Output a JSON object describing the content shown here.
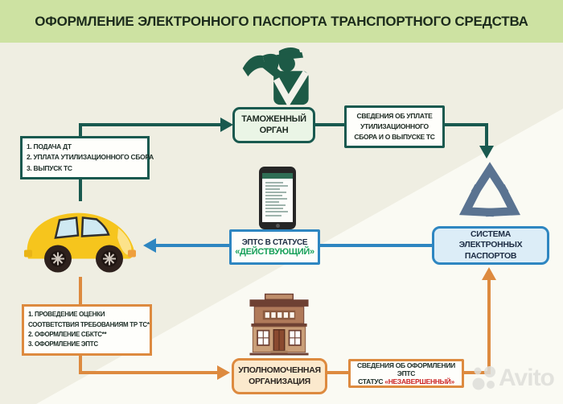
{
  "title": "ОФОРМЛЕНИЕ ЭЛЕКТРОННОГО ПАСПОРТА ТРАНСПОРТНОГО СРЕДСТВА",
  "customs": {
    "label": "ТАМОЖЕННЫЙ ОРГАН"
  },
  "customs_info": {
    "label": "СВЕДЕНИЯ ОБ УПЛАТЕ УТИЛИЗАЦИОННОГО СБОРА И О ВЫПУСКЕ ТС"
  },
  "owner_steps": {
    "items": [
      "1. ПОДАЧА ДТ",
      "2. УПЛАТА УТИЛИЗАЦИОННОГО СБОРА",
      "3. ВЫПУСК ТС"
    ]
  },
  "epts_status": {
    "line1": "ЭПТС В СТАТУСЕ",
    "line2": "«ДЕЙСТВУЮЩИЙ»"
  },
  "sep": {
    "label": "СИСТЕМА ЭЛЕКТРОННЫХ ПАСПОРТОВ"
  },
  "org_steps": {
    "items": [
      "1. ПРОВЕДЕНИЕ ОЦЕНКИ",
      "СООТВЕТСТВИЯ ТРЕБОВАНИЯМ ТР ТС*",
      "2. ОФОРМЛЕНИЕ СБКТС**",
      "3. ОФОРМЛЕНИЕ ЭПТС"
    ]
  },
  "org": {
    "label": "УПОЛНОМОЧЕННАЯ ОРГАНИЗАЦИЯ"
  },
  "org_info": {
    "line1": "СВЕДЕНИЯ ОБ ОФОРМЛЕНИИ ЭПТС",
    "status_prefix": "СТАТУС ",
    "status": "«НЕЗАВЕРШЕННЫЙ»"
  },
  "watermark": {
    "label": "Avito"
  },
  "colors": {
    "banner_green": "#cde2a2",
    "flow_green": "#19594f",
    "flow_blue": "#2e86c1",
    "flow_orange": "#dd8a3f",
    "status_active_green": "#17a05a",
    "status_incomplete_red": "#cc2424",
    "sep_logo_blue": "#5a7391"
  }
}
